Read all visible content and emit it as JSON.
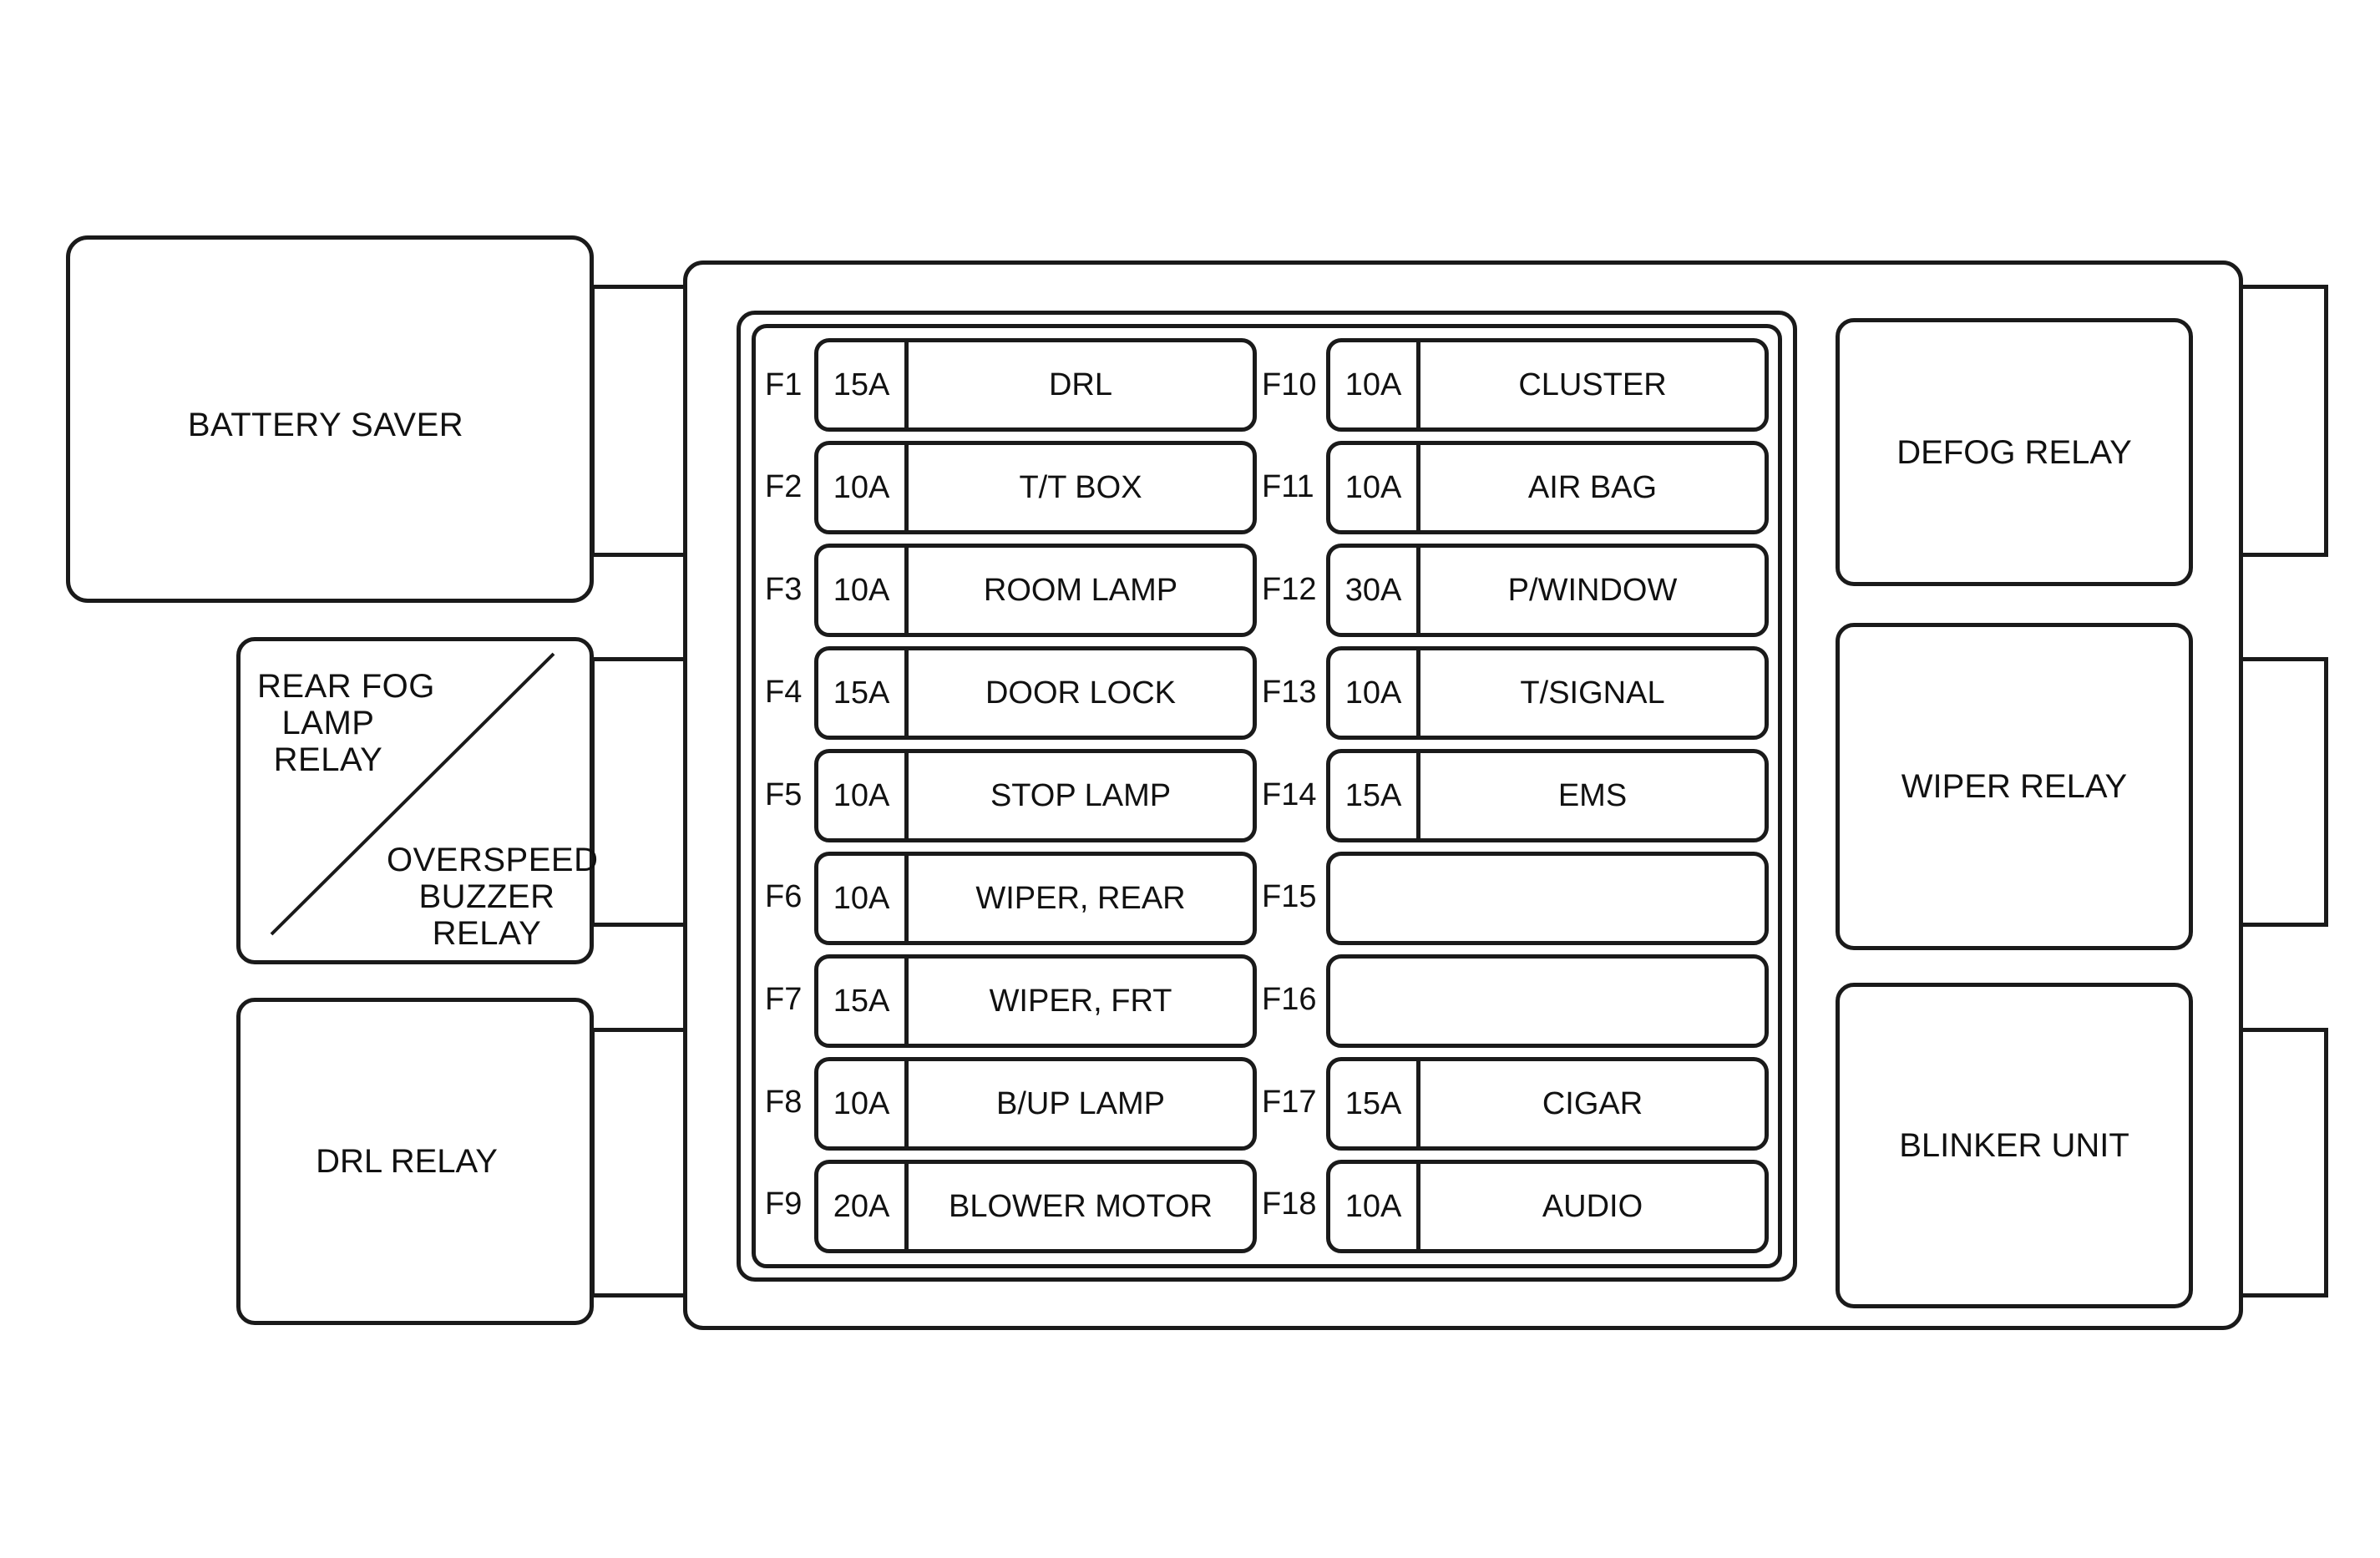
{
  "relays_left": {
    "battery_saver": "BATTERY SAVER",
    "rear_fog": [
      "REAR FOG",
      "LAMP",
      "RELAY"
    ],
    "overspeed": [
      "OVERSPEED",
      "BUZZER",
      "RELAY"
    ],
    "drl_relay": "DRL RELAY"
  },
  "relays_right": {
    "defog": "DEFOG RELAY",
    "wiper": "WIPER RELAY",
    "blinker": "BLINKER UNIT"
  },
  "fuses_left": [
    {
      "id": "F1",
      "amp": "15A",
      "name": "DRL"
    },
    {
      "id": "F2",
      "amp": "10A",
      "name": "T/T BOX"
    },
    {
      "id": "F3",
      "amp": "10A",
      "name": "ROOM LAMP"
    },
    {
      "id": "F4",
      "amp": "15A",
      "name": "DOOR LOCK"
    },
    {
      "id": "F5",
      "amp": "10A",
      "name": "STOP LAMP"
    },
    {
      "id": "F6",
      "amp": "10A",
      "name": "WIPER, REAR"
    },
    {
      "id": "F7",
      "amp": "15A",
      "name": "WIPER, FRT"
    },
    {
      "id": "F8",
      "amp": "10A",
      "name": "B/UP LAMP"
    },
    {
      "id": "F9",
      "amp": "20A",
      "name": "BLOWER MOTOR"
    }
  ],
  "fuses_right": [
    {
      "id": "F10",
      "amp": "10A",
      "name": "CLUSTER"
    },
    {
      "id": "F11",
      "amp": "10A",
      "name": "AIR BAG"
    },
    {
      "id": "F12",
      "amp": "30A",
      "name": "P/WINDOW"
    },
    {
      "id": "F13",
      "amp": "10A",
      "name": "T/SIGNAL"
    },
    {
      "id": "F14",
      "amp": "15A",
      "name": "EMS"
    },
    {
      "id": "F15",
      "amp": "",
      "name": ""
    },
    {
      "id": "F16",
      "amp": "",
      "name": ""
    },
    {
      "id": "F17",
      "amp": "15A",
      "name": "CIGAR"
    },
    {
      "id": "F18",
      "amp": "10A",
      "name": "AUDIO"
    }
  ]
}
